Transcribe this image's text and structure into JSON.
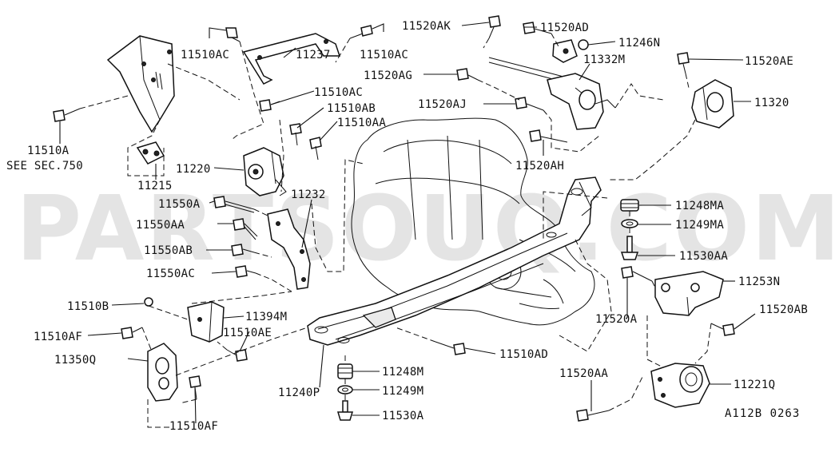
{
  "diagram": {
    "watermark": "PARTSOUQ.COM",
    "reference_code": "A112B  0263",
    "labels": {
      "p11510ac_a": "11510AC",
      "p11237": "11237",
      "p11510ac_b": "11510AC",
      "p11510ac_c": "11510AC",
      "p11510ab": "11510AB",
      "p11510aa": "11510AA",
      "p11510a": "11510A",
      "see_sec": "SEE SEC.750",
      "p11215": "11215",
      "p11220": "11220",
      "p11232": "11232",
      "p11550a": "11550A",
      "p11550aa": "11550AA",
      "p11550ab": "11550AB",
      "p11550ac": "11550AC",
      "p11520ak": "11520AK",
      "p11520ad": "11520AD",
      "p11246n": "11246N",
      "p11332m": "11332M",
      "p11520ag": "11520AG",
      "p11520aj": "11520AJ",
      "p11520ae": "11520AE",
      "p11320": "11320",
      "p11520ah": "11520AH",
      "p11248ma": "11248MA",
      "p11249ma": "11249MA",
      "p11530aa": "11530AA",
      "p11253n": "11253N",
      "p11520a": "11520A",
      "p11520ab": "11520AB",
      "p11510b": "11510B",
      "p11394m": "11394M",
      "p11510af_a": "11510AF",
      "p11510ae": "11510AE",
      "p11350q": "11350Q",
      "p11510af_b": "11510AF",
      "p11240p": "11240P",
      "p11248m": "11248M",
      "p11249m": "11249M",
      "p11530a": "11530A",
      "p11510ad": "11510AD",
      "p11520aa": "11520AA",
      "p11221q": "11221Q"
    }
  }
}
